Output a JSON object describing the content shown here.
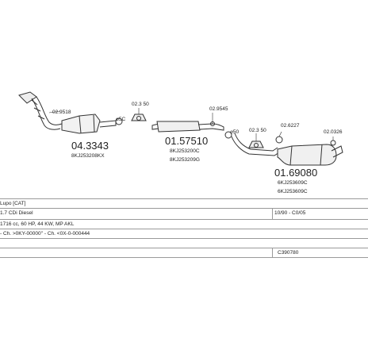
{
  "parts": [
    {
      "id": "front_pipe",
      "number": "02.9518",
      "icon": "front-pipe-with-flange"
    },
    {
      "id": "catalyst",
      "number": "04.3343",
      "oe": [
        "8KJ253208KX"
      ],
      "icon": "catalytic-converter"
    },
    {
      "id": "clamp_1",
      "label": "⌀5C",
      "icon": "clamp"
    },
    {
      "id": "hanger_1",
      "number": "02.3 50",
      "icon": "rubber-hanger"
    },
    {
      "id": "middle_silencer",
      "number": "01.57510",
      "oe": [
        "8KJ253200C",
        "8KJ253209G"
      ],
      "icon": "middle-silencer"
    },
    {
      "id": "hanger_2",
      "number": "02.9545",
      "icon": "rubber-hanger"
    },
    {
      "id": "clamp_2",
      "label": "⌀50",
      "icon": "clamp"
    },
    {
      "id": "hanger_3",
      "number": "02.3 50",
      "icon": "rubber-hanger"
    },
    {
      "id": "hanger_4",
      "number": "02.6227",
      "icon": "rubber-hanger"
    },
    {
      "id": "hanger_5",
      "number": "02.0326",
      "icon": "rubber-hanger"
    },
    {
      "id": "rear_silencer",
      "number": "01.69080",
      "oe": [
        "6KJ253609C",
        "6KJ253609C"
      ],
      "icon": "rear-silencer"
    }
  ],
  "vehicle": {
    "model": "Lupo [CAT]",
    "engine": "1.7 CDi Diesel",
    "years": "10/90 - C0/05",
    "spec": "1716 cc, 60 HP, 44 KW, MP AKL",
    "chassis": "- Ch. >0KY-00000'' - Ch. <0X-0-000444",
    "code": "C390780"
  }
}
